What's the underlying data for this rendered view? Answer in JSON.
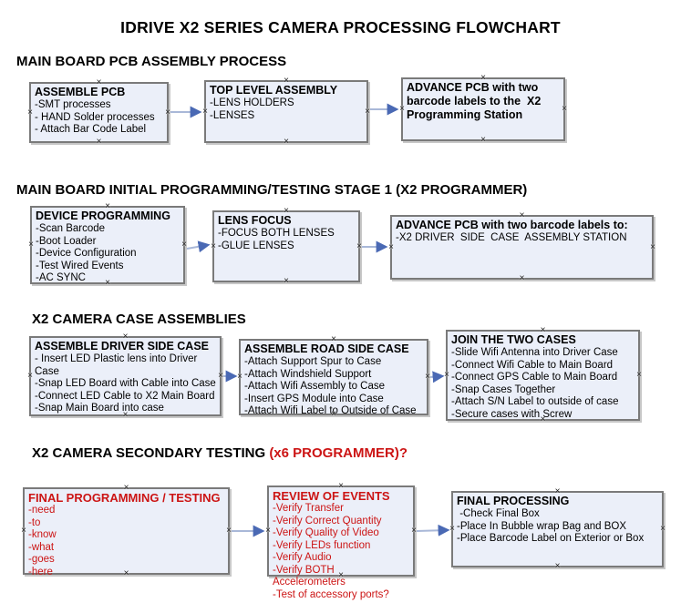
{
  "page": {
    "title": "IDRIVE X2  SERIES CAMERA PROCESSING FLOWCHART"
  },
  "colors": {
    "box_fill": "#ebeff9",
    "box_border": "#7a7a7a",
    "arrow_line": "#a9b8d8",
    "arrow_head": "#4a69b4",
    "red_text": "#cc1414",
    "black_text": "#000000"
  },
  "icons": {
    "connection_handle": "×"
  },
  "sections": [
    {
      "heading": "MAIN BOARD PCB ASSEMBLY PROCESS",
      "boxes": [
        {
          "title": "ASSEMBLE PCB",
          "items": [
            "-SMT processes",
            "- HAND Solder processes",
            "- Attach Bar Code Label"
          ]
        },
        {
          "title": "TOP LEVEL ASSEMBLY",
          "items": [
            "-LENS HOLDERS",
            "-LENSES"
          ]
        },
        {
          "title": "ADVANCE PCB with two barcode labels to the  X2 Programming Station",
          "items": []
        }
      ]
    },
    {
      "heading": "MAIN BOARD INITIAL PROGRAMMING/TESTING STAGE 1 (X2 PROGRAMMER)",
      "boxes": [
        {
          "title": "DEVICE PROGRAMMING",
          "items": [
            "-Scan Barcode",
            "-Boot Loader",
            "-Device Configuration",
            "-Test Wired Events",
            "-AC SYNC"
          ]
        },
        {
          "title": "LENS FOCUS",
          "items": [
            "-FOCUS BOTH LENSES",
            "-GLUE LENSES"
          ]
        },
        {
          "title": "ADVANCE PCB with two barcode labels to:",
          "items": [
            "-X2 DRIVER  SIDE  CASE  ASSEMBLY STATION"
          ]
        }
      ]
    },
    {
      "heading": "X2 CAMERA CASE ASSEMBLIES",
      "boxes": [
        {
          "title": "ASSEMBLE DRIVER SIDE CASE",
          "items": [
            "- Insert LED Plastic lens into Driver Case",
            "-Snap LED Board with Cable into Case",
            "-Connect LED Cable to X2 Main Board",
            "-Snap Main Board into case"
          ]
        },
        {
          "title": "ASSEMBLE ROAD SIDE CASE",
          "items": [
            "-Attach Support Spur to Case",
            "-Attach Windshield Support",
            "-Attach Wifi Assembly to Case",
            "-Insert GPS Module into Case",
            "-Attach Wifi Label to Outside of Case"
          ]
        },
        {
          "title": "JOIN THE TWO CASES",
          "items": [
            "-Slide Wifi Antenna into Driver Case",
            "-Connect Wifi Cable to Main Board",
            "-Connect GPS Cable to Main Board",
            "-Snap Cases Together",
            "-Attach S/N Label to outside of case",
            "-Secure cases with Screw"
          ]
        }
      ]
    },
    {
      "heading": "X2 CAMERA SECONDARY TESTING  ",
      "heading_red": "(x6 PROGRAMMER)?",
      "boxes": [
        {
          "title": "FINAL PROGRAMMING / TESTING",
          "items": [
            "-need",
            "-to",
            "-know",
            "-what",
            "-goes",
            "-here"
          ]
        },
        {
          "title": "REVIEW OF EVENTS",
          "items": [
            "-Verify Transfer",
            "-Verify Correct Quantity",
            "-Verify Quality of Video",
            "-Verify LEDs function",
            "-Verify Audio",
            "-Verify BOTH Accelerometers",
            "-Test of accessory ports?"
          ]
        },
        {
          "title": "FINAL PROCESSING",
          "items": [
            " -Check Final Box",
            "-Place In Bubble wrap Bag and BOX",
            "-Place Barcode Label on Exterior or Box"
          ]
        }
      ]
    }
  ]
}
